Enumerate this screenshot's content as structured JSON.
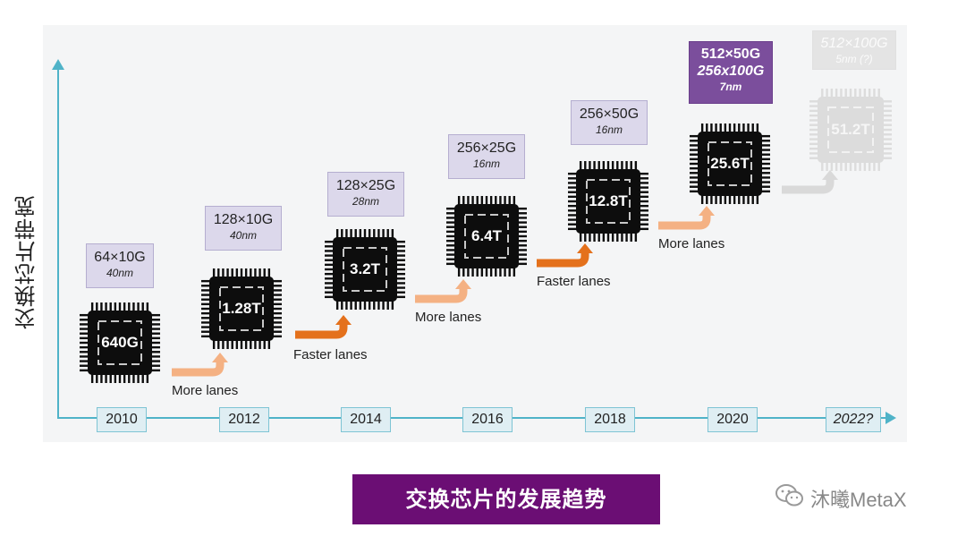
{
  "y_label": "交换芯片带宽",
  "years": [
    "2010",
    "2012",
    "2014",
    "2016",
    "2018",
    "2020",
    "2022?"
  ],
  "chips": [
    {
      "capacity": "640G",
      "spec_line1": "64×10G",
      "spec_line2": "40nm"
    },
    {
      "capacity": "1.28T",
      "spec_line1": "128×10G",
      "spec_line2": "40nm"
    },
    {
      "capacity": "3.2T",
      "spec_line1": "128×25G",
      "spec_line2": "28nm"
    },
    {
      "capacity": "6.4T",
      "spec_line1": "256×25G",
      "spec_line2": "16nm"
    },
    {
      "capacity": "12.8T",
      "spec_line1": "256×50G",
      "spec_line2": "16nm"
    },
    {
      "capacity": "25.6T",
      "spec_line1": "512×50G",
      "spec_line1b": "256x100G",
      "spec_line2": "7nm"
    },
    {
      "capacity": "51.2T",
      "spec_line1": "512×100G",
      "spec_line2": "5nm (?)"
    }
  ],
  "transitions": [
    "More lanes",
    "Faster lanes",
    "More lanes",
    "Faster lanes",
    "More lanes",
    ""
  ],
  "title_banner": "交换芯片的发展趋势",
  "brand": "沐曦MetaX",
  "colors": {
    "axis": "#4fb3c8",
    "chip": "#0d0d0d",
    "more_lanes_arrow": "#f4b183",
    "faster_lanes_arrow": "#e4711c",
    "future_arrow": "#d9d9d9",
    "spec_box": "#dcd8eb",
    "spec_box_highlight": "#7b4e9c",
    "banner": "#6b0e74"
  }
}
